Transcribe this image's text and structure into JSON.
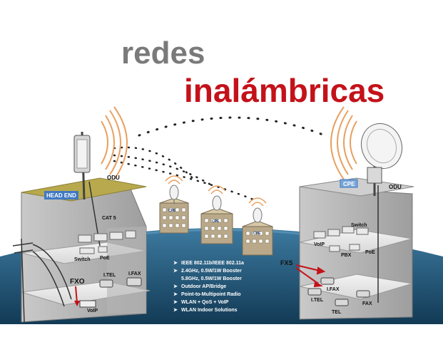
{
  "title": {
    "line1": "redes",
    "line2": "inalámbricas"
  },
  "left_building": {
    "odu": "ODU",
    "head_end": "HEAD END",
    "cat5": "CAT 5",
    "switch": "Switch",
    "poe": "PoE",
    "fxo": "FXO",
    "ltel": "I.TEL",
    "lfax": "I.FAX",
    "voip": "VoIP"
  },
  "center_buildings": {
    "cpe_label": "CPE"
  },
  "right_building": {
    "cpe": "CPE",
    "odu": "ODU",
    "switch": "Switch",
    "voip": "VoIP",
    "pbx": "PBX",
    "poe": "PoE",
    "fxs": "FXS",
    "lfax": "I.FAX",
    "ltel": "I.TEL",
    "tel": "TEL",
    "fax": "FAX"
  },
  "features": [
    "IEEE 802.11b/IEEE 802.11a",
    "2.4GHz, 0.5W/1W Booster",
    "5.8GHz, 0.5W/1W Booster",
    "Outdoor AP/Bridge",
    "Point-to-Multipoint Radio",
    "WLAN + QoS + VoIP",
    "WLAN Indoor Solutions"
  ],
  "bullet_marker": "➤",
  "colors": {
    "title_gray": "#7a7a7a",
    "title_red": "#c4121a",
    "ground": "#1f4e6e",
    "head_end_badge": "#3f79c2",
    "wave": "#e8a060"
  }
}
